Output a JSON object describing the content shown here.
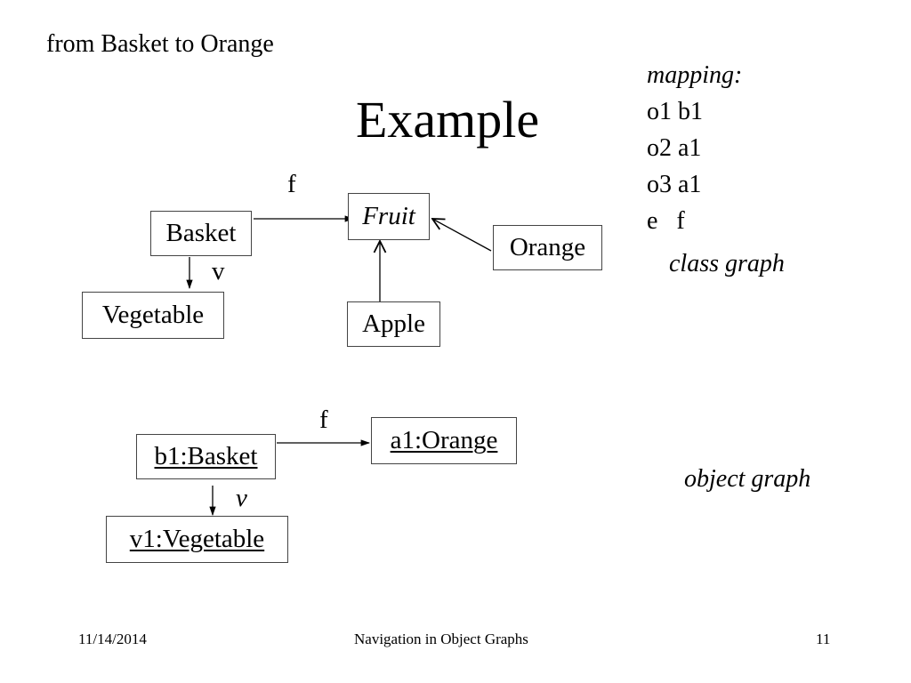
{
  "header": {
    "subtitle": "from Basket to Orange"
  },
  "title": "Example",
  "mapping": {
    "heading": "mapping:",
    "lines": [
      "o1 b1",
      "o2 a1",
      "o3 a1",
      "e   f"
    ]
  },
  "class_graph": {
    "label": "class graph",
    "nodes": {
      "basket": "Basket",
      "fruit": "Fruit",
      "orange": "Orange",
      "apple": "Apple",
      "vegetable": "Vegetable"
    },
    "edge_labels": {
      "f": "f",
      "v": "v"
    }
  },
  "object_graph": {
    "label": "object graph",
    "nodes": {
      "b1": "b1:Basket",
      "a1": "a1:Orange",
      "v1": "v1:Vegetable"
    },
    "edge_labels": {
      "f": "f",
      "v": "v"
    }
  },
  "footer": {
    "date": "11/14/2014",
    "title": "Navigation in Object Graphs",
    "page": "11"
  },
  "colors": {
    "line": "#000000",
    "box_border": "#444444",
    "background": "#ffffff"
  }
}
